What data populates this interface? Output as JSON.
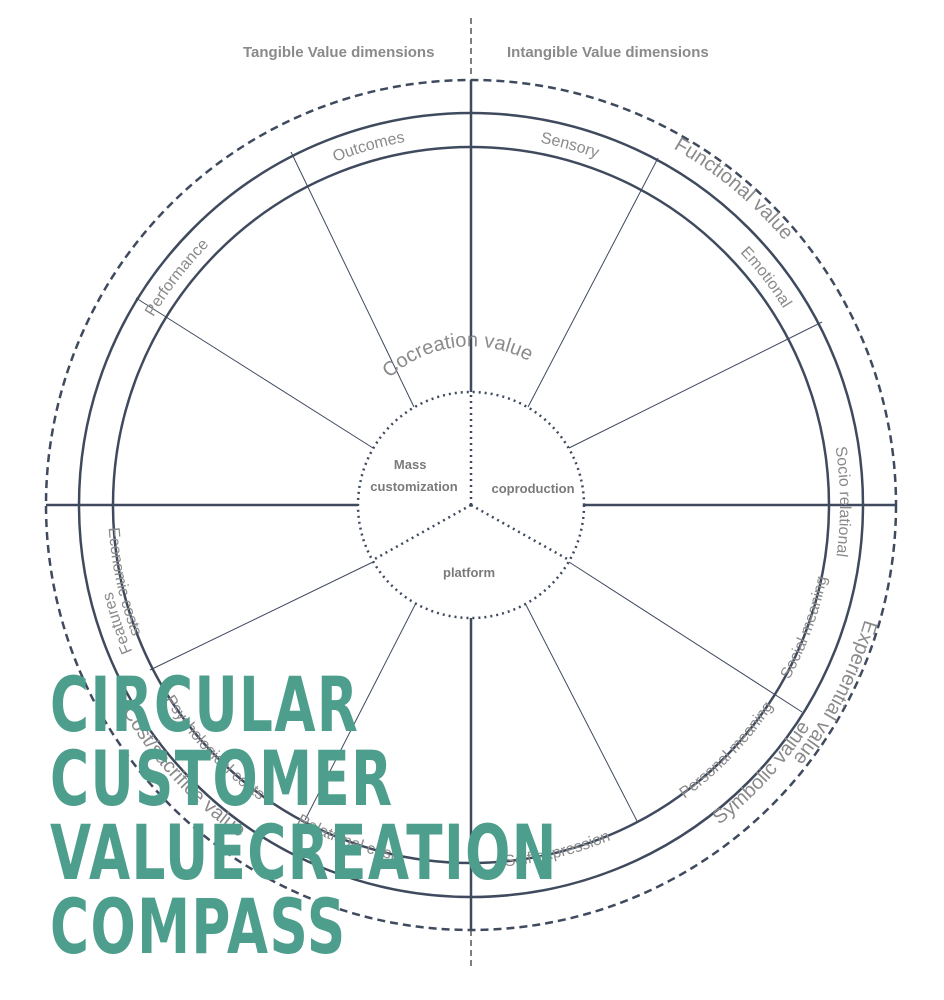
{
  "header": {
    "tangible": "Tangible Value dimensions",
    "intangible": "Intangible Value dimensions"
  },
  "outer_ring": {
    "functional": "Functional value",
    "experiential": "Experiential value",
    "symbolic": "Symbolic value",
    "cost": "Cost/sacrifice value"
  },
  "inner_ring": {
    "outcomes": "Outcomes",
    "performance": "Performance",
    "features": "Features",
    "sensory": "Sensory",
    "emotional": "Emotional",
    "socio_relational": "Socio relational",
    "social_meaning": "Social meaning",
    "personal_meaning": "Personal meaning",
    "self_expression": "Self expression",
    "economic_costs": "Economic costs",
    "psychological_costs": "Psychological costs",
    "relational_costs": "Relational costs"
  },
  "core": {
    "cocreation": "Cocreation value",
    "mass_line1": "Mass",
    "mass_line2": "customization",
    "coproduction": "coproduction",
    "platform": "platform"
  },
  "title": {
    "line1": "Circular",
    "line2": "Customer",
    "line3": "Valuecreation",
    "line4": "Compass"
  },
  "colors": {
    "ring": "#3f4a5e",
    "text": "#8a8a8a",
    "title": "#4d9e8c"
  }
}
